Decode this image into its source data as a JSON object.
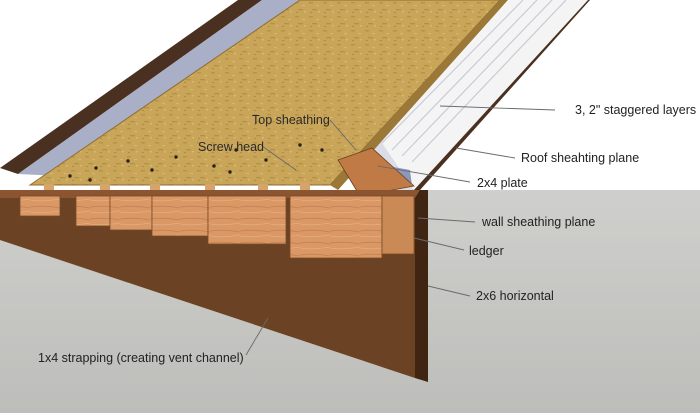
{
  "diagram": {
    "labels": {
      "staggered_layers": "3, 2\" staggered layers",
      "top_sheathing": "Top sheathing",
      "screw_head": "Screw head",
      "roof_sheathing_plane": "Roof sheahting plane",
      "plate_2x4": "2x4 plate",
      "wall_sheathing_plane": "wall sheathing plane",
      "ledger": "ledger",
      "horizontal_2x6": "2x6 horizontal",
      "strapping_1x4": "1x4 strapping (creating vent channel)"
    },
    "colors": {
      "background": "#ffffff",
      "ground": "#c9c9c6",
      "wall_face": "#6b4224",
      "wall_edge": "#8a5530",
      "osb": "#c8a558",
      "insulation_white": "#f6f6f6",
      "insulation_blue": "#9aa3c4",
      "lumber": "#d99866",
      "roof_dark": "#4a3020"
    }
  }
}
